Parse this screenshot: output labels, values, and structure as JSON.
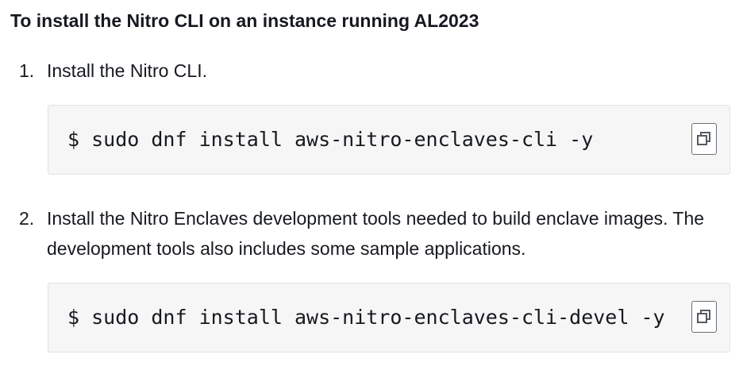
{
  "heading": "To install the Nitro CLI on an instance running AL2023",
  "steps": [
    {
      "number": "1.",
      "text": "Install the Nitro CLI.",
      "command": "$ sudo dnf install aws-nitro-enclaves-cli -y",
      "copy_icon": "copy-icon"
    },
    {
      "number": "2.",
      "text": "Install the Nitro Enclaves development tools needed to build enclave images. The development tools also includes some sample applications.",
      "command": "$ sudo dnf install aws-nitro-enclaves-cli-devel -y",
      "copy_icon": "copy-icon"
    }
  ]
}
